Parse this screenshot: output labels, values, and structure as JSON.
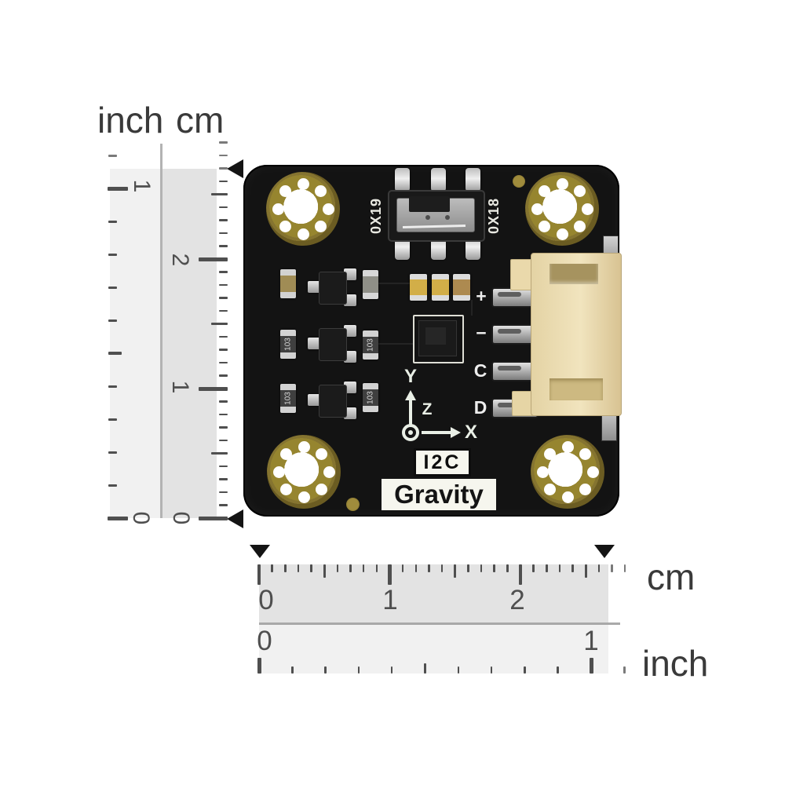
{
  "rulers": {
    "vertical": {
      "unit_top": {
        "inch": "inch",
        "cm": "cm"
      },
      "inch_labels": [
        "1",
        "0"
      ],
      "cm_labels": [
        "2",
        "1",
        "0"
      ]
    },
    "horizontal": {
      "cm_labels": [
        "0",
        "1",
        "2"
      ],
      "cm_unit": "cm",
      "inch_labels": [
        "0",
        "1"
      ],
      "inch_unit": "inch"
    }
  },
  "board": {
    "switch_address_left": "0X19",
    "switch_address_right": "0X18",
    "pin_labels": [
      "+",
      "−",
      "C",
      "D"
    ],
    "axis_labels": {
      "y": "Y",
      "z": "Z",
      "x": "X"
    },
    "interface_badge": "I2C",
    "brand_badge": "Gravity",
    "resistor_marking": "103"
  },
  "colors": {
    "pcb": "#131313",
    "gold_pad": "#8e7c34",
    "connector_housing": "#ecdcb0",
    "silkscreen": "#e9efe6",
    "ruler_shade_light": "#f1f1f1",
    "ruler_shade_dark": "#e3e3e3",
    "marker": "#141414",
    "label_text": "#3a3a3a"
  }
}
